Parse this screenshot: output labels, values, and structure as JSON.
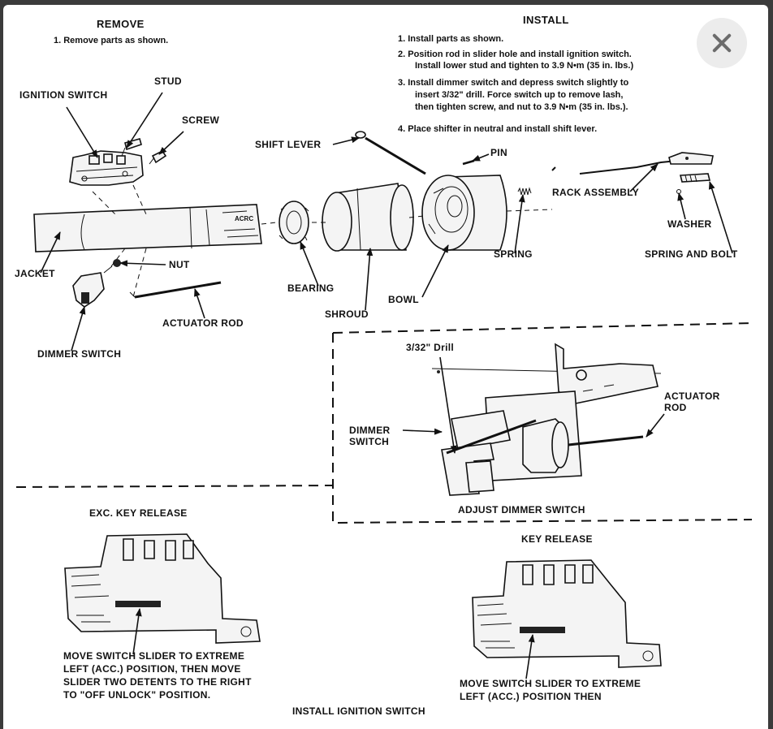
{
  "remove": {
    "title": "REMOVE",
    "step1": "1.  Remove parts as shown."
  },
  "install": {
    "title": "INSTALL",
    "step1": "1.  Install parts as shown.",
    "step2a": "2.  Position rod in slider hole and install ignition switch.",
    "step2b": "Install lower stud and tighten to 3.9 N•m (35 in. lbs.)",
    "step3a": "3.  Install dimmer switch and depress switch slightly to",
    "step3b": "insert 3/32\" drill. Force switch up to remove lash,",
    "step3c": "then tighten screw, and nut to 3.9 N•m (35 in. lbs.).",
    "step4": "4.  Place shifter in neutral and install shift lever."
  },
  "labels": {
    "ignition_switch": "IGNITION SWITCH",
    "stud": "STUD",
    "screw": "SCREW",
    "shift_lever": "SHIFT LEVER",
    "pin": "PIN",
    "rack_assembly": "RACK ASSEMBLY",
    "washer": "WASHER",
    "spring": "SPRING",
    "spring_and_bolt": "SPRING AND BOLT",
    "jacket": "JACKET",
    "nut": "NUT",
    "bearing": "BEARING",
    "bowl": "BOWL",
    "shroud": "SHROUD",
    "actuator_rod": "ACTUATOR ROD",
    "dimmer_switch": "DIMMER SWITCH"
  },
  "inset": {
    "drill": "3/32\" Drill",
    "dimmer_line1": "DIMMER",
    "dimmer_line2": "SWITCH",
    "actuator_line1": "ACTUATOR",
    "actuator_line2": "ROD",
    "caption": "ADJUST DIMMER SWITCH"
  },
  "exc_key_release": {
    "title": "EXC. KEY RELEASE",
    "line1": "MOVE SWITCH SLIDER TO EXTREME",
    "line2": "LEFT (ACC.) POSITION, THEN MOVE",
    "line3": "SLIDER TWO DETENTS TO THE RIGHT",
    "line4": "TO \"OFF UNLOCK\" POSITION."
  },
  "key_release": {
    "title": "KEY RELEASE",
    "line1": "MOVE SWITCH SLIDER TO EXTREME",
    "line2": "LEFT (ACC.) POSITION THEN"
  },
  "footer_caption": "INSTALL IGNITION SWITCH",
  "close_icon": "close-icon"
}
